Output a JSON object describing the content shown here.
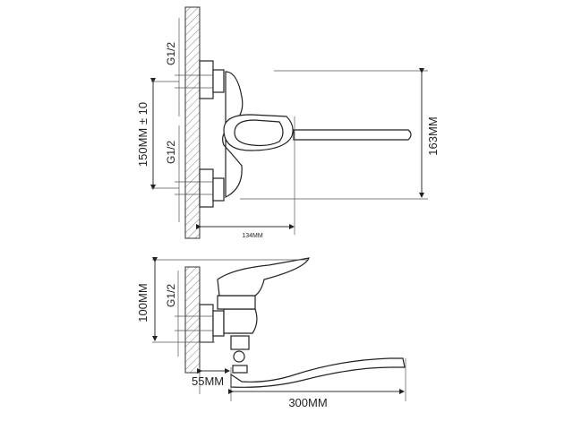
{
  "top_view": {
    "labels": {
      "thread_upper": "G1/2",
      "thread_lower": "G1/2",
      "inlet_spacing": "150MM ± 10",
      "height": "163MM",
      "depth": "134MM"
    }
  },
  "side_view": {
    "labels": {
      "thread": "G1/2",
      "height": "100MM",
      "wall_offset": "55MM",
      "spout_length": "300MM"
    }
  },
  "colors": {
    "line": "#222222",
    "hatch": "#666666",
    "background": "#ffffff"
  }
}
